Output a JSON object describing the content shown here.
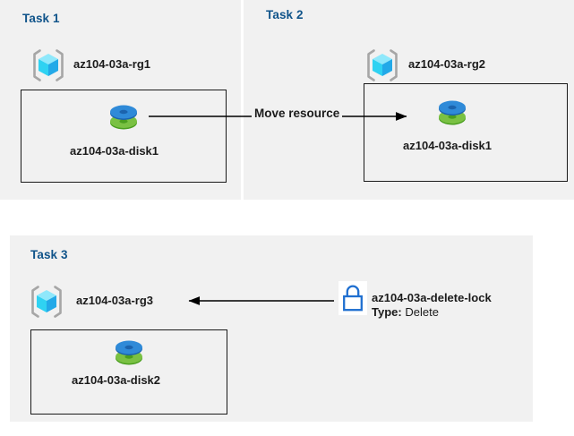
{
  "diagram": {
    "title_color": "#10548a",
    "panel_bg": "#f1f1f1",
    "page_bg": "#ffffff",
    "tasks": [
      {
        "id": "task1",
        "title": "Task 1",
        "resource_group": {
          "icon": "resource-group-cube-icon",
          "label": "az104-03a-rg1"
        },
        "resource": {
          "icon": "managed-disk-icon",
          "label": "az104-03a-disk1"
        }
      },
      {
        "id": "task2",
        "title": "Task 2",
        "resource_group": {
          "icon": "resource-group-cube-icon",
          "label": "az104-03a-rg2"
        },
        "resource": {
          "icon": "managed-disk-icon",
          "label": "az104-03a-disk1"
        }
      },
      {
        "id": "task3",
        "title": "Task 3",
        "resource_group": {
          "icon": "resource-group-cube-icon",
          "label": "az104-03a-rg3"
        },
        "resource": {
          "icon": "managed-disk-icon",
          "label": "az104-03a-disk2"
        }
      }
    ],
    "connectors": [
      {
        "id": "move-connector",
        "label": "Move resource",
        "direction": "right"
      },
      {
        "id": "lock-connector",
        "label": "",
        "direction": "left"
      }
    ],
    "lock": {
      "icon": "padlock-icon",
      "icon_color": "#1f6fd0",
      "name": "az104-03a-delete-lock",
      "type_key": "Type:",
      "type_value": "Delete"
    }
  }
}
